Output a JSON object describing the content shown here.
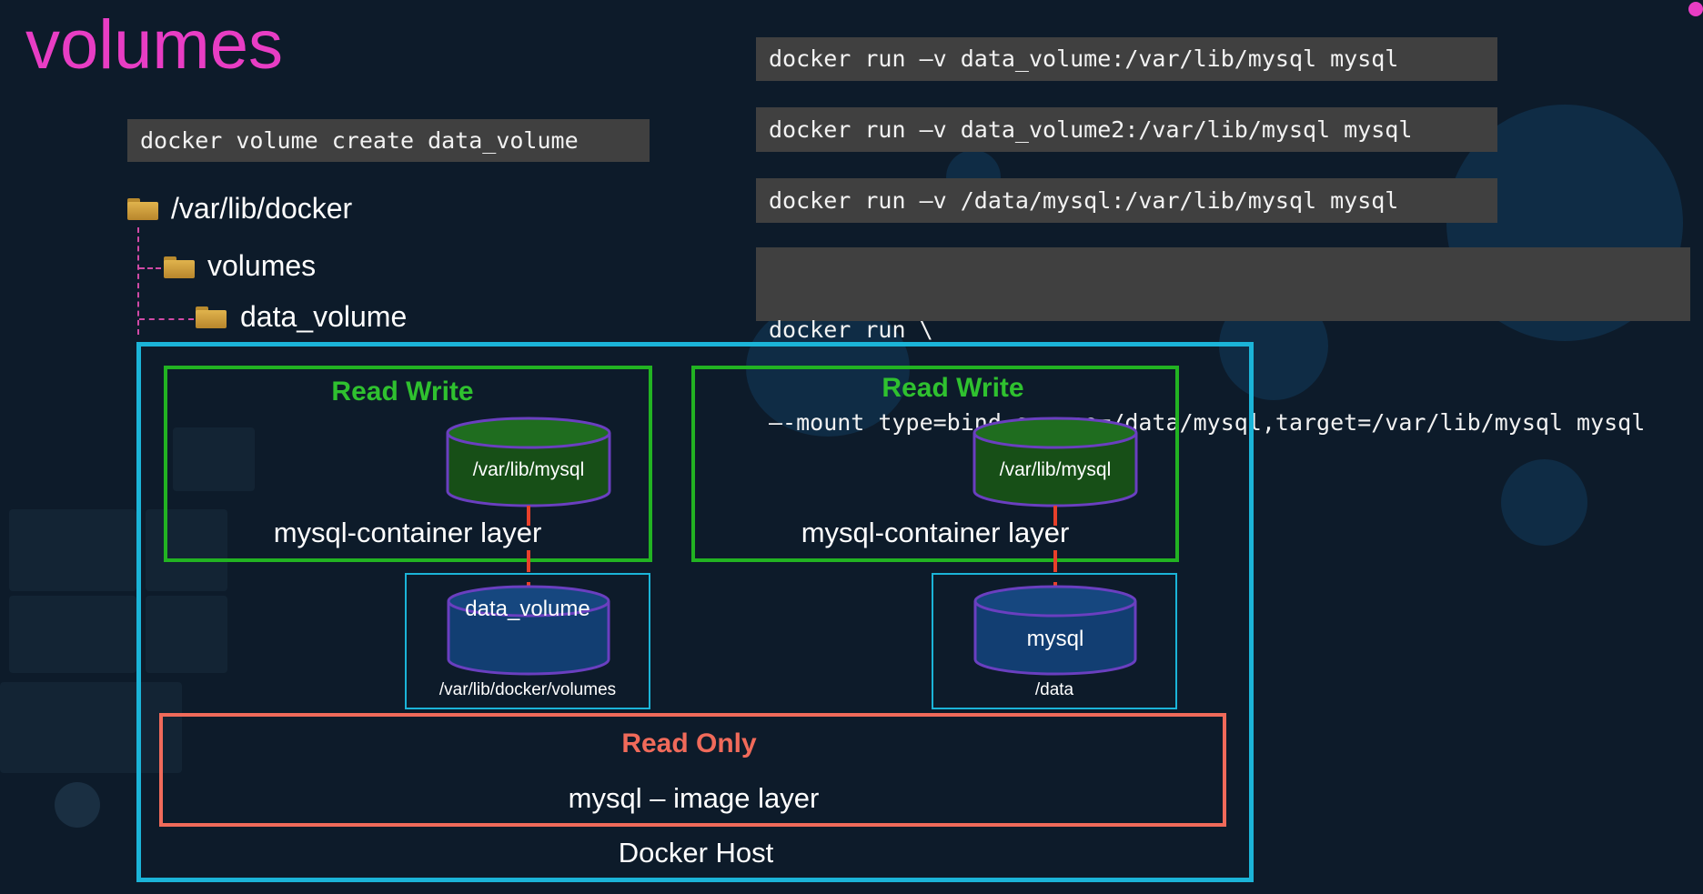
{
  "title": "volumes",
  "commands": {
    "create": "docker volume create data_volume",
    "run1": "docker run –v data_volume:/var/lib/mysql mysql",
    "run2": "docker run –v data_volume2:/var/lib/mysql mysql",
    "run3": "docker run –v /data/mysql:/var/lib/mysql mysql",
    "run4_line1": "docker run \\",
    "run4_line2": "–-mount type=bind,source=/data/mysql,target=/var/lib/mysql mysql"
  },
  "tree": {
    "root": "/var/lib/docker",
    "child": "volumes",
    "grandchild": "data_volume"
  },
  "diagram": {
    "host_label": "Docker Host",
    "left": {
      "rw_label": "Read Write",
      "container_cylinder": "/var/lib/mysql",
      "container_layer": "mysql-container layer",
      "volume_cylinder": "data_volume",
      "volume_path": "/var/lib/docker/volumes"
    },
    "right": {
      "rw_label": "Read Write",
      "container_cylinder": "/var/lib/mysql",
      "container_layer": "mysql-container layer",
      "volume_cylinder": "mysql",
      "volume_path": "/data"
    },
    "readonly": {
      "label": "Read Only",
      "layer": "mysql – image layer"
    }
  },
  "colors": {
    "title": "#e83dc4",
    "host_border": "#1bb4d8",
    "read_write": "#22b322",
    "read_only": "#f06a5a",
    "cylinder_top": "#1e5a1e",
    "volume_cylinder": "#123e72"
  }
}
